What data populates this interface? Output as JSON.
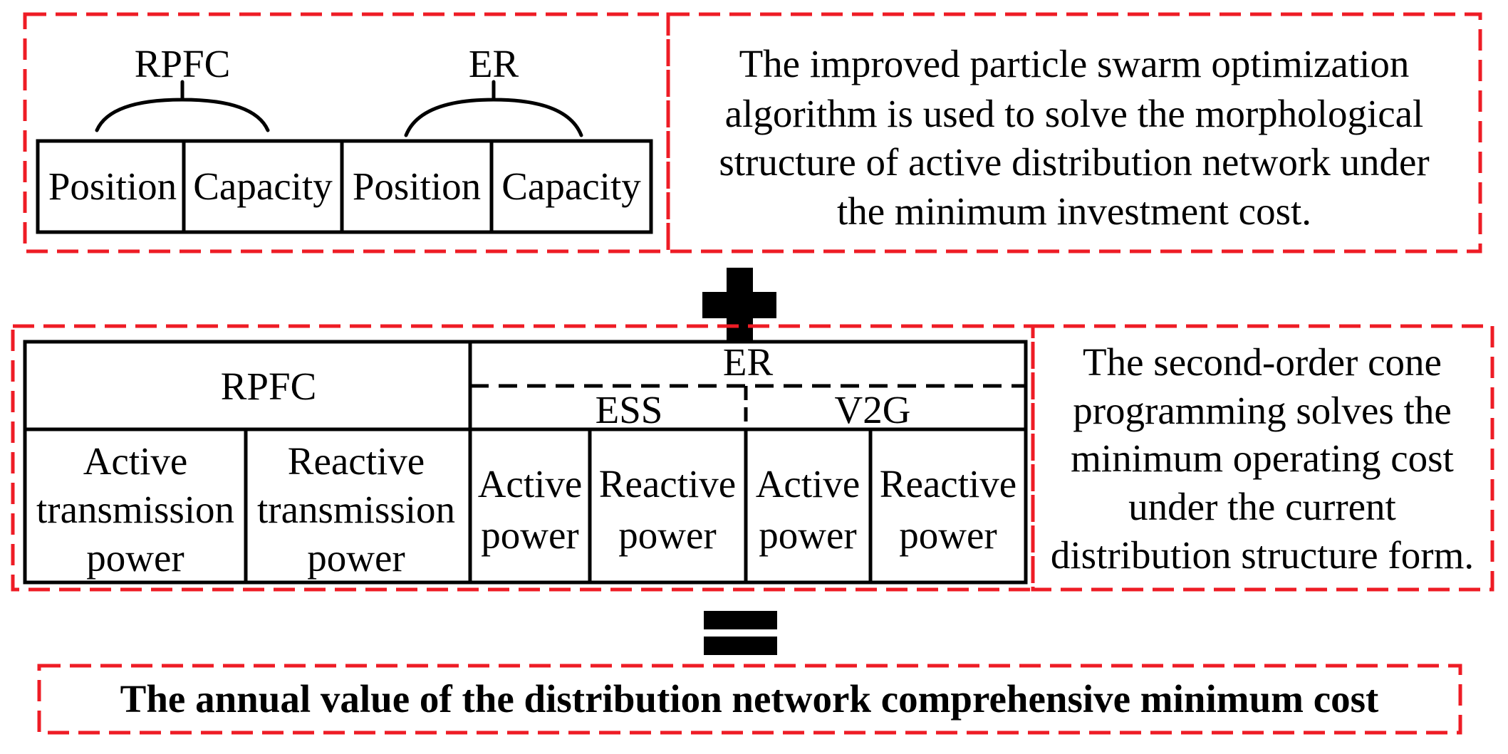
{
  "stage1": {
    "rpfc_label": "RPFC",
    "er_label": "ER",
    "cells": [
      "Position",
      "Capacity",
      "Position",
      "Capacity"
    ],
    "description": [
      "The improved particle swarm optimization",
      "algorithm is used to solve the morphological",
      "structure of active distribution network under",
      "the minimum investment cost."
    ]
  },
  "operator_plus": "+",
  "stage2": {
    "rpfc_label": "RPFC",
    "er_label": "ER",
    "ess_label": "ESS",
    "v2g_label": "V2G",
    "rpfc_cells": [
      [
        "Active",
        "transmission",
        "power"
      ],
      [
        "Reactive",
        "transmission",
        "power"
      ]
    ],
    "ess_cells": [
      [
        "Active",
        "power"
      ],
      [
        "Reactive",
        "power"
      ]
    ],
    "v2g_cells": [
      [
        "Active",
        "power"
      ],
      [
        "Reactive",
        "power"
      ]
    ],
    "description": [
      "The second-order cone",
      "programming solves the",
      "minimum operating cost",
      "under the current",
      "distribution structure form."
    ]
  },
  "operator_equals": "=",
  "result": "The annual value of the distribution network comprehensive minimum cost",
  "colors": {
    "dash_border": "#ee1c25",
    "line": "#000000"
  }
}
